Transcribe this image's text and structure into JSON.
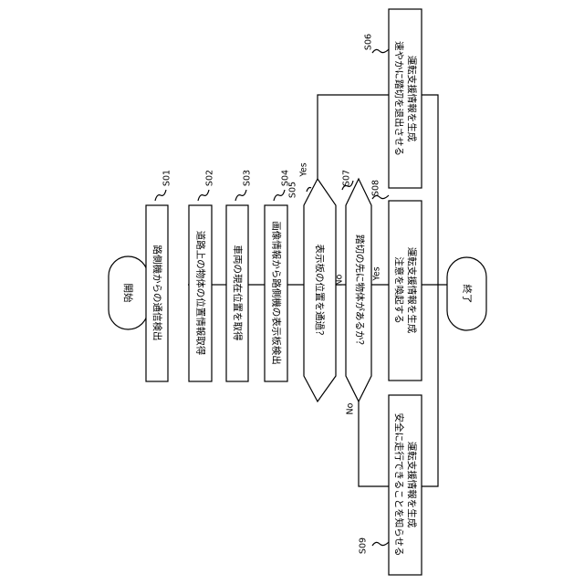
{
  "flowchart": {
    "start": "開始",
    "end": "終了",
    "steps": {
      "s01": {
        "ref": "S01",
        "text": "路側機からの通信検出"
      },
      "s02": {
        "ref": "S02",
        "text": "道路上の物体の位置情報取得"
      },
      "s03": {
        "ref": "S03",
        "text": "車両の現在位置を取得"
      },
      "s04": {
        "ref": "S04",
        "text": "画像情報から路側機の表示板検出"
      },
      "s05": {
        "ref": "S05",
        "text": "表示板の位置を通過？"
      },
      "s06": {
        "ref": "S06",
        "line1": "速やかに踏切を退出させる",
        "line2": "運転支援情報を生成"
      },
      "s07": {
        "ref": "S07",
        "text": "踏切の先に物体があるか？"
      },
      "s08": {
        "ref": "S08",
        "line1": "注意を喚起する",
        "line2": "運転支援情報を生成"
      },
      "s09": {
        "ref": "S09",
        "line1": "安全に走行できることを知らせる",
        "line2": "運転支援情報を生成"
      }
    },
    "labels": {
      "s05_yes": "Yes",
      "s05_no": "No",
      "s07_yes": "Yes",
      "s07_no": "No"
    }
  }
}
